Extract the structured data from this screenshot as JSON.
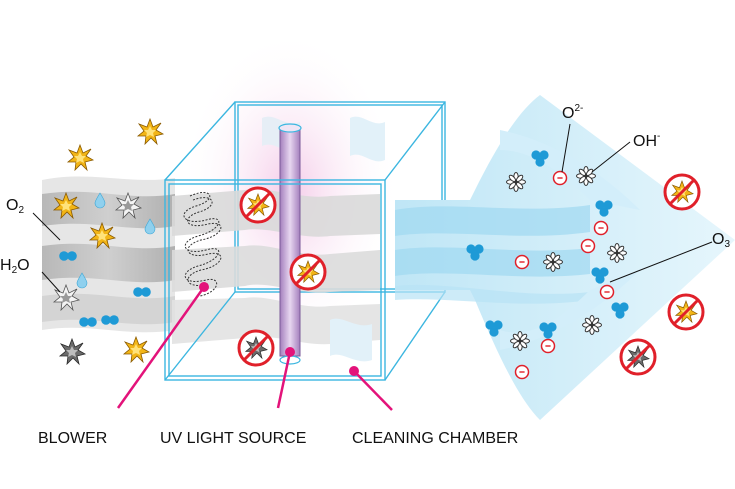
{
  "labels": {
    "o2": "O",
    "o2_sub": "2",
    "h2o": "H",
    "h2o_sub": "2",
    "h2o_tail": "O",
    "o2_minus": "O",
    "o2_minus_sup": "2-",
    "oh": "OH",
    "oh_sup": "-",
    "o3": "O",
    "o3_sub": "3",
    "blower": "BLOWER",
    "uv_light": "UV LIGHT SOURCE",
    "chamber": "CLEANING CHAMBER"
  },
  "ion_sign": "-",
  "colors": {
    "pointer": "#e3137a",
    "molecule": "#1e9ad6",
    "prohibited": "#e0202a",
    "pollutant_yellow": "#f2b517",
    "pollutant_grey": "#6b6b6b",
    "chamber_outline": "#3bb6e0",
    "uv_tube": "#c8a9d6"
  },
  "icons": [
    "pollutant-icon",
    "water-droplet-icon",
    "molecule-icon",
    "prohibited-icon",
    "ion-icon",
    "flower-icon",
    "spiral-coil-icon"
  ]
}
